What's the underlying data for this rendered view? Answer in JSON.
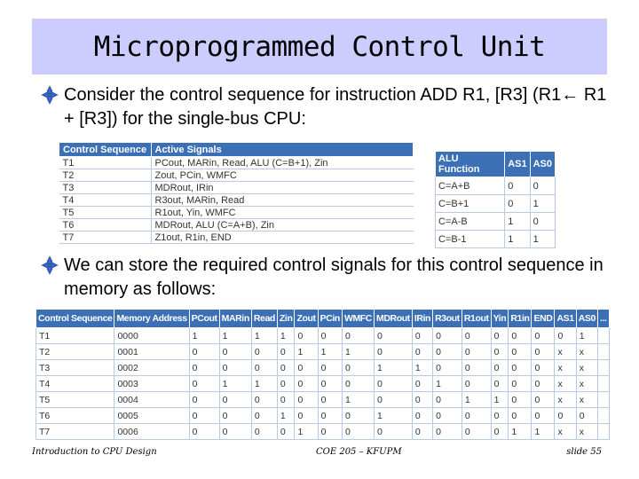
{
  "title": "Microprogrammed Control Unit",
  "bullets": [
    "Consider the control sequence for instruction ADD R1, [R3] (R1← R1 + [R3]) for the single-bus CPU:",
    "We can store the required control signals for this control sequence in memory as follows:"
  ],
  "control_sequence_table": {
    "headers": [
      "Control Sequence",
      "Active Signals"
    ],
    "rows": [
      [
        "T1",
        "PCout, MARin, Read, ALU (C=B+1), Zin"
      ],
      [
        "T2",
        "Zout, PCin, WMFC"
      ],
      [
        "T3",
        "MDRout, IRin"
      ],
      [
        "T4",
        "R3out, MARin, Read"
      ],
      [
        "T5",
        "R1out, Yin, WMFC"
      ],
      [
        "T6",
        "MDRout, ALU (C=A+B), Zin"
      ],
      [
        "T7",
        "Z1out, R1in, END"
      ]
    ]
  },
  "alu_table": {
    "headers": [
      "ALU Function",
      "AS1",
      "AS0"
    ],
    "rows": [
      [
        "C=A+B",
        "0",
        "0"
      ],
      [
        "C=B+1",
        "0",
        "1"
      ],
      [
        "C=A-B",
        "1",
        "0"
      ],
      [
        "C=B-1",
        "1",
        "1"
      ]
    ]
  },
  "memory_table": {
    "headers": [
      "Control Sequence",
      "Memory Address",
      "PCout",
      "MARin",
      "Read",
      "Zin",
      "Zout",
      "PCin",
      "WMFC",
      "MDRout",
      "IRin",
      "R3out",
      "R1out",
      "Yin",
      "R1in",
      "END",
      "AS1",
      "AS0",
      "..."
    ],
    "rows": [
      [
        "T1",
        "0000",
        "1",
        "1",
        "1",
        "1",
        "0",
        "0",
        "0",
        "0",
        "0",
        "0",
        "0",
        "0",
        "0",
        "0",
        "0",
        "1",
        ""
      ],
      [
        "T2",
        "0001",
        "0",
        "0",
        "0",
        "0",
        "1",
        "1",
        "1",
        "0",
        "0",
        "0",
        "0",
        "0",
        "0",
        "0",
        "x",
        "x",
        ""
      ],
      [
        "T3",
        "0002",
        "0",
        "0",
        "0",
        "0",
        "0",
        "0",
        "0",
        "1",
        "1",
        "0",
        "0",
        "0",
        "0",
        "0",
        "x",
        "x",
        ""
      ],
      [
        "T4",
        "0003",
        "0",
        "1",
        "1",
        "0",
        "0",
        "0",
        "0",
        "0",
        "0",
        "1",
        "0",
        "0",
        "0",
        "0",
        "x",
        "x",
        ""
      ],
      [
        "T5",
        "0004",
        "0",
        "0",
        "0",
        "0",
        "0",
        "0",
        "1",
        "0",
        "0",
        "0",
        "1",
        "1",
        "0",
        "0",
        "x",
        "x",
        ""
      ],
      [
        "T6",
        "0005",
        "0",
        "0",
        "0",
        "1",
        "0",
        "0",
        "0",
        "1",
        "0",
        "0",
        "0",
        "0",
        "0",
        "0",
        "0",
        "0",
        ""
      ],
      [
        "T7",
        "0006",
        "0",
        "0",
        "0",
        "0",
        "1",
        "0",
        "0",
        "0",
        "0",
        "0",
        "0",
        "0",
        "1",
        "1",
        "x",
        "x",
        ""
      ]
    ]
  },
  "footer": {
    "left": "Introduction to CPU Design",
    "center": "COE 205 – KFUPM",
    "right": "slide 55"
  },
  "colors": {
    "title_band": "#ccccff",
    "table_header": "#3b6fb6",
    "bullet_mark": "#3366cc"
  },
  "icons": {
    "bullet": "diamond-bullet-icon"
  }
}
